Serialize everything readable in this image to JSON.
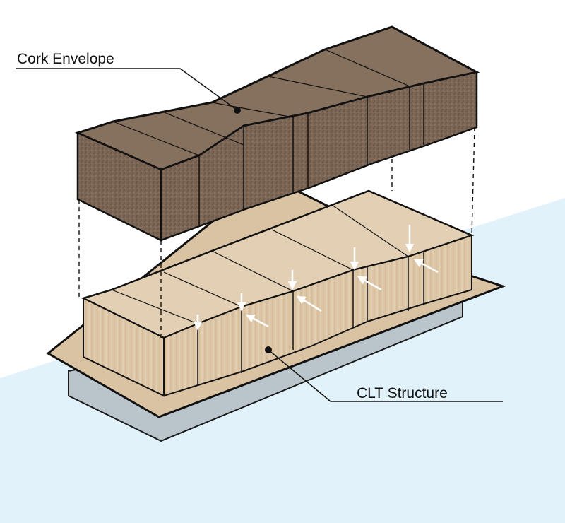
{
  "labels": {
    "cork_envelope": "Cork Envelope",
    "clt_structure": "CLT Structure"
  },
  "colors": {
    "sky": "#e2f2fb",
    "cork_top": "#86705e",
    "cork_front": "#6f5a4a",
    "cork_side": "#5f4b3d",
    "clt_top": "#e3d0b4",
    "clt_front": "#d8c0a0",
    "clt_side": "#c8ae8c",
    "base_plate": "#d9c3a3",
    "plinth": "#b9c4cb",
    "outline": "#111111",
    "arrow": "#ffffff"
  },
  "icons": {
    "leader_dot": "filled-circle",
    "load_arrow": "arrow"
  }
}
